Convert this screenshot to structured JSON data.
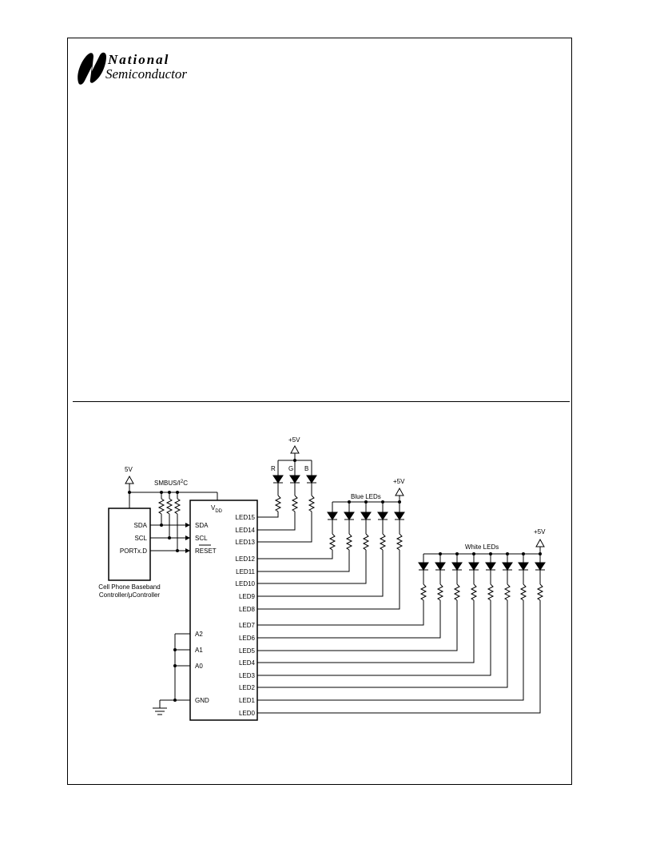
{
  "logo": {
    "line1": "National",
    "line2": "Semiconductor"
  },
  "schematic": {
    "supply_5v": "5V",
    "supply_plus5v": "+5V",
    "bus_label": "SMBUS/I",
    "bus_label_sup": "2",
    "bus_label_tail": "C",
    "controller": {
      "pins": [
        "SDA",
        "SCL",
        "PORTx.D"
      ],
      "caption_line1": "Cell Phone Baseband",
      "caption_line2": "Controller/μController"
    },
    "chip": {
      "vdd": "V",
      "vdd_sub": "DD",
      "left_pins": [
        "SDA",
        "SCL",
        "RESET",
        "A2",
        "A1",
        "A0",
        "GND"
      ],
      "right_pins": [
        "LED15",
        "LED14",
        "LED13",
        "LED12",
        "LED11",
        "LED10",
        "LED9",
        "LED8",
        "LED7",
        "LED6",
        "LED5",
        "LED4",
        "LED3",
        "LED2",
        "LED1",
        "LED0"
      ]
    },
    "rgb_labels": [
      "R",
      "G",
      "B"
    ],
    "blue_group_label": "Blue LEDs",
    "white_group_label": "White LEDs"
  }
}
